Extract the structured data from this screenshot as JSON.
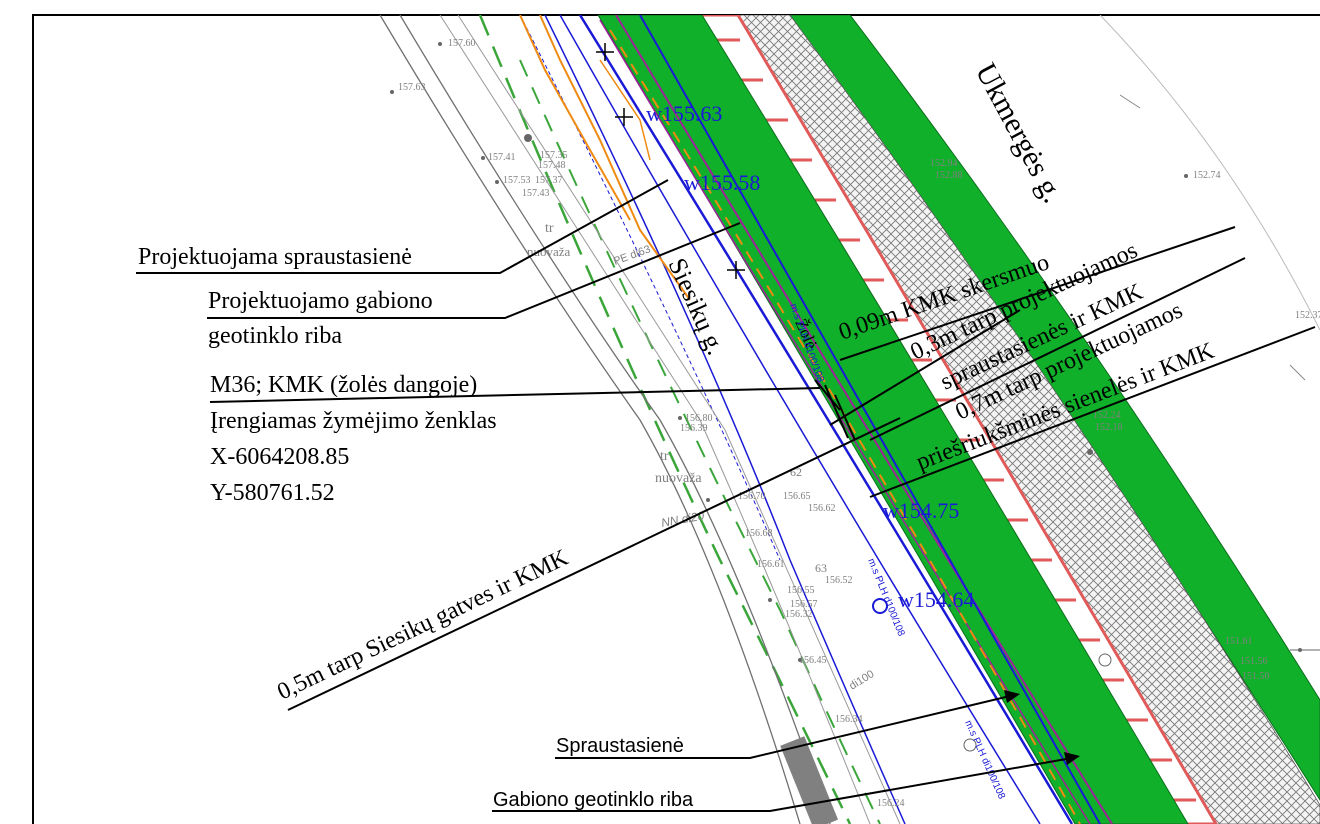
{
  "colors": {
    "road_green": "#10b02a",
    "hatch": "#808080",
    "blue_line": "#1a1ad6",
    "orange_line": "#ef8a12",
    "magenta_line": "#a0229a",
    "red_curb": "#e05a5a",
    "dashed_green": "#3aa63a",
    "annotation": "#000000",
    "gray_text": "#909090"
  },
  "streets": {
    "ukmerges": "Ukmergės g.",
    "siesiku": "Siesikų g."
  },
  "surface_label": "Žolė",
  "elevations": {
    "e1": "w155.63",
    "e2": "w155.58",
    "e3": "w154.75",
    "e4": "w154.64"
  },
  "spot_heights": {
    "s157_60": "157.60",
    "s157_63": "157.63",
    "s157_41": "157.41",
    "s157_35": "157.35",
    "s157_48": "157.48",
    "s157_53": "157.53",
    "s157_37": "157.37",
    "s157_43": "157.43",
    "s152_94": "152.94",
    "s152_88": "152.88",
    "s152_74": "152.74",
    "s152_37": "152.37",
    "s152_24": "152.24",
    "s152_18": "152.18",
    "s156_80": "156.80",
    "s156_39": "156.39",
    "s156_70": "156.70",
    "s156_65": "156.65",
    "s156_62": "156.62",
    "s156_68": "156.68",
    "s156_61": "156.61",
    "s156_52": "156.52",
    "s156_55": "156.55",
    "s156_57": "156.57",
    "s156_32": "156.32",
    "s156_45": "156.45",
    "s156_34": "156.34",
    "s156_24": "156.24",
    "s151_61": "151.61",
    "s151_56": "151.56",
    "s151_50": "151.50"
  },
  "small_labels": {
    "tr1": "tr",
    "tr2": "tr",
    "nuovaza1": "nuovaža",
    "nuovaza2": "nuovaža",
    "pe_di63": "PE di63",
    "nn_di20": "NN di20",
    "di100": "di100",
    "ch62": "62",
    "ch63": "63",
    "plh1": "m.s PLH d100/108",
    "plh2": "m.s PLH d100/108",
    "plh3": "m.s PLH di100/108"
  },
  "annotations": {
    "a1": "Projektuojama spraustasienė",
    "a2_line1": "Projektuojamo gabiono",
    "a2_line2": "geotinklo riba",
    "marker_line1": "M36; KMK  (žolės dangoje)",
    "marker_line2": "Įrengiamas žymėjimo ženklas",
    "marker_x": "X-6064208.85",
    "marker_y": "Y-580761.52",
    "rot_1": "0,09m KMK skersmuo",
    "rot_2a": "0,3m tarp projektuojamos",
    "rot_2b": "spraustasienės ir KMK",
    "rot_3a": "0,7m tarp projektuojamos",
    "rot_3b": "priešriukšminės sienelės ir KMK",
    "rot_4": "0,5m tarp Siesikų gatves ir KMK",
    "bottom_1": "Spraustasienė",
    "bottom_2": "Gabiono geotinklo riba"
  }
}
